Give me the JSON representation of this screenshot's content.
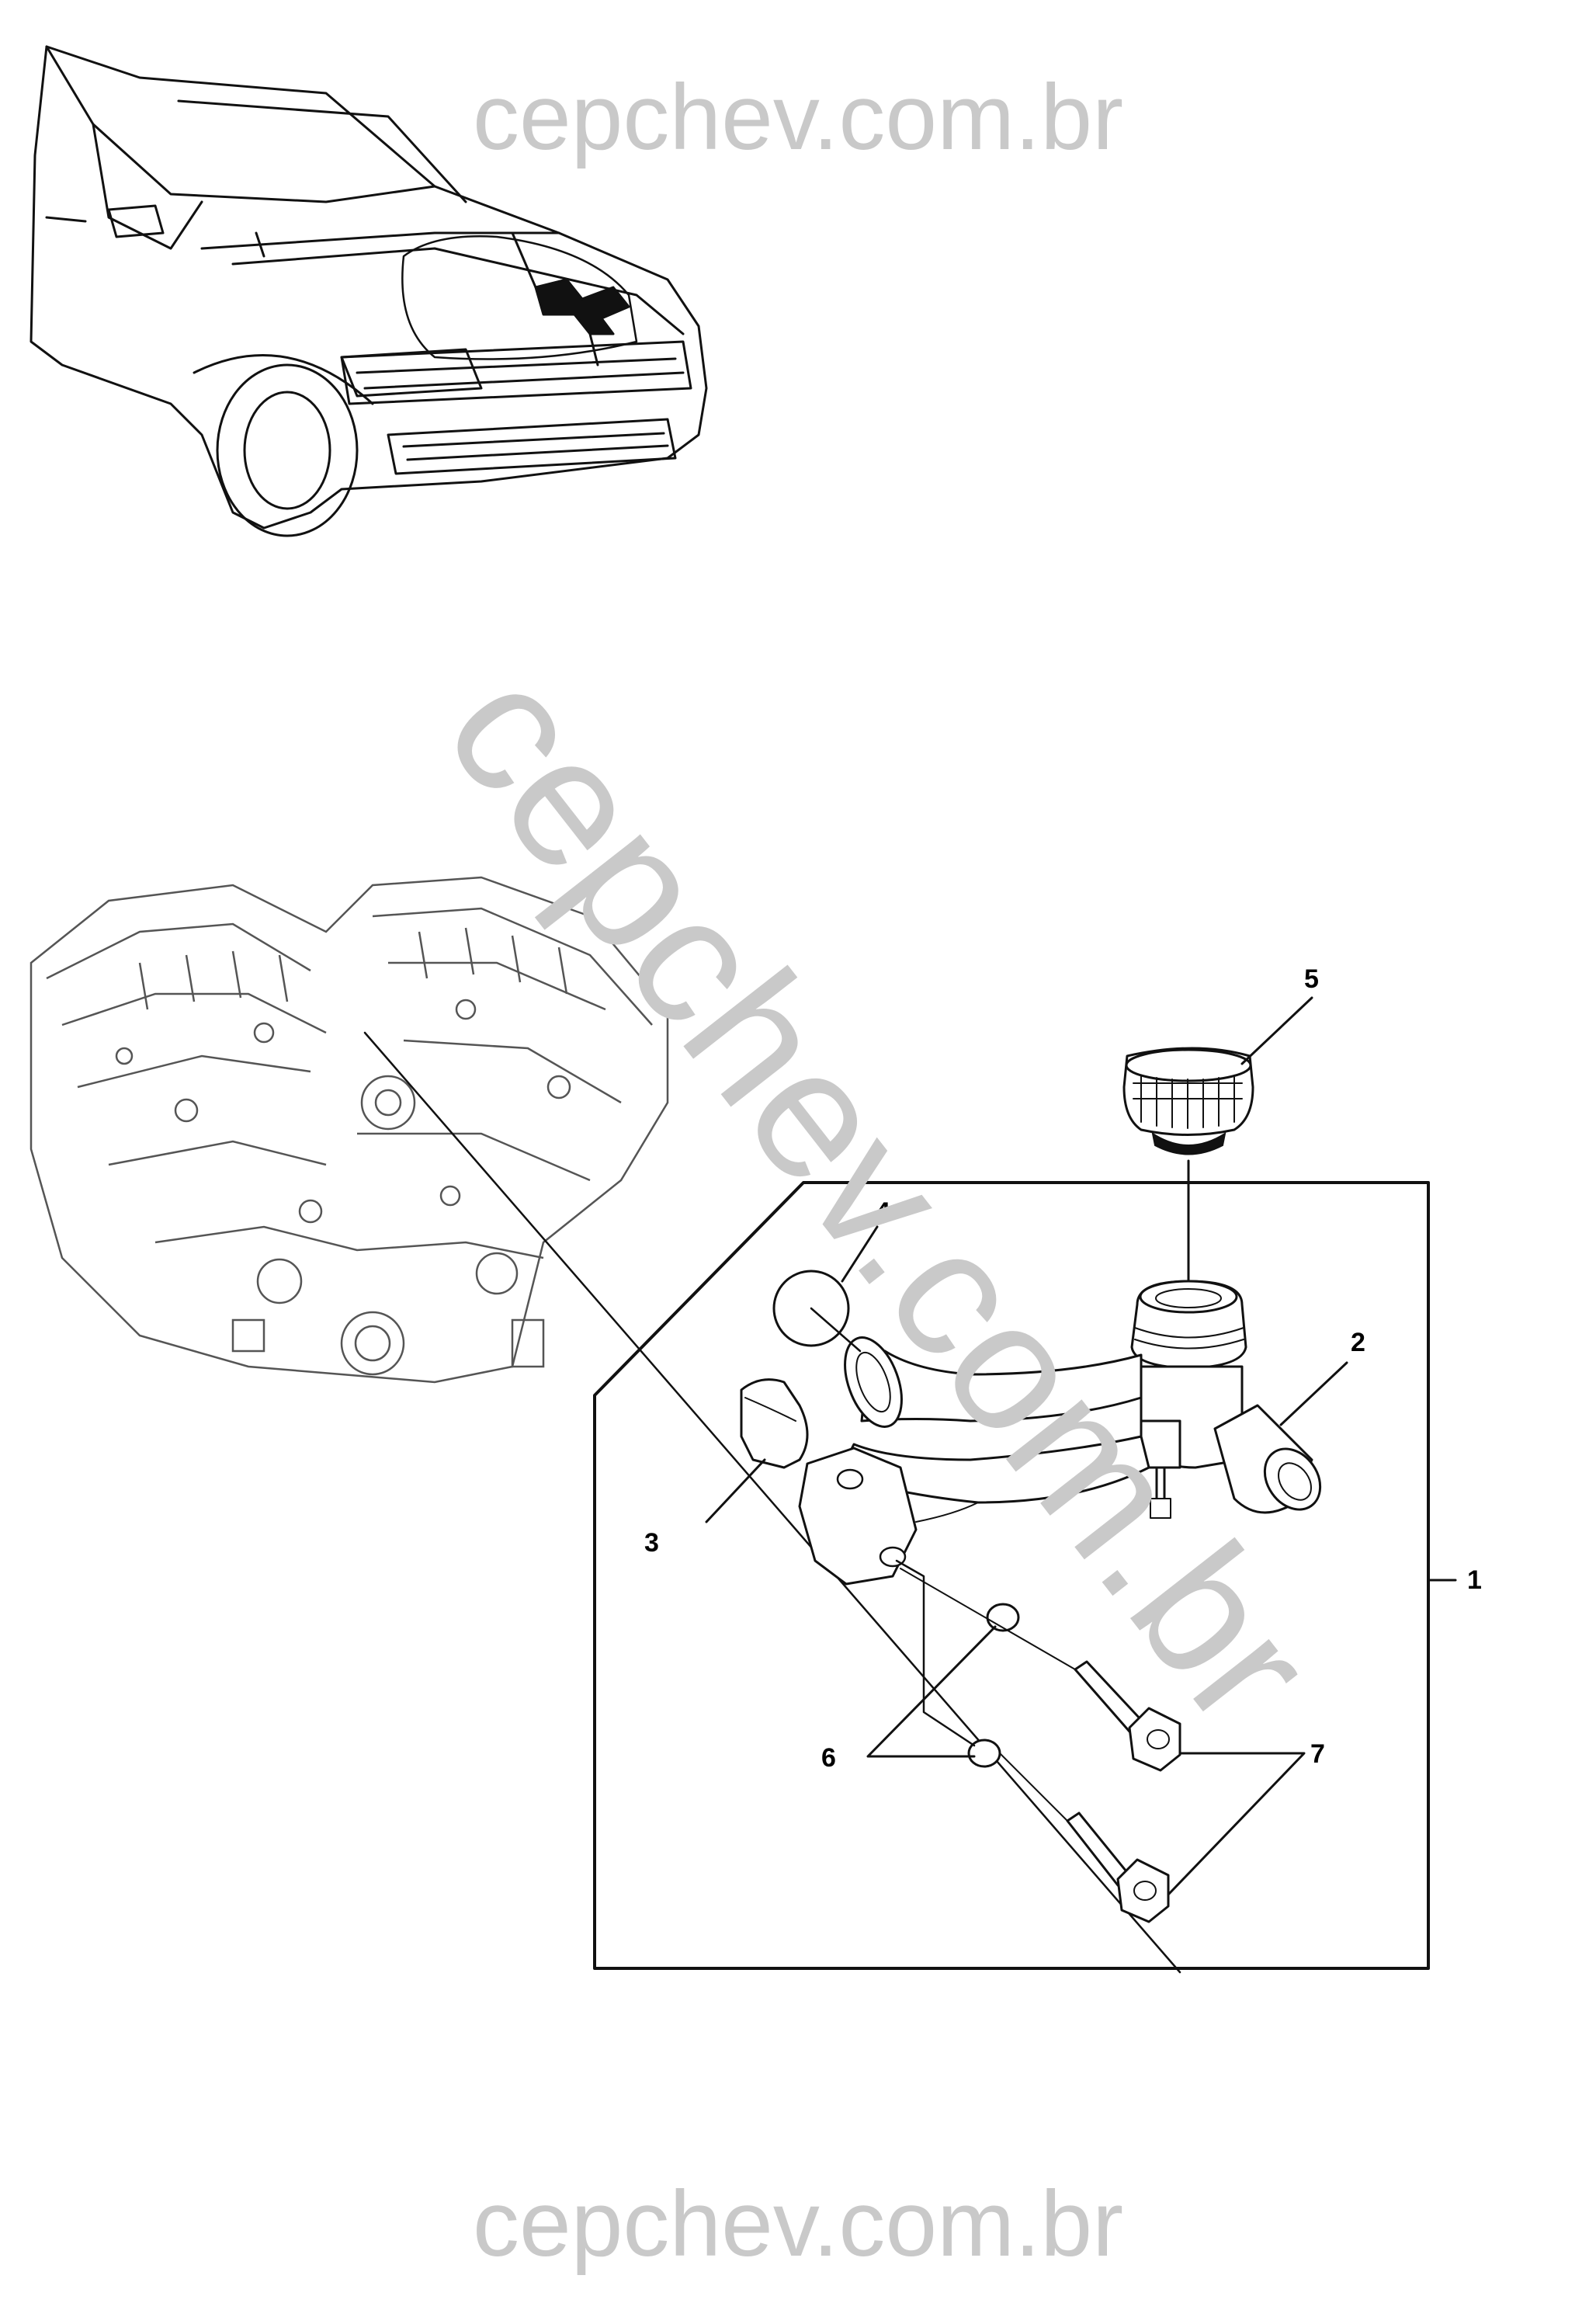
{
  "watermark": {
    "top": "cepchev.com.br",
    "diagonal": "cepchev.com.br",
    "bottom": "cepchev.com.br"
  },
  "callouts": {
    "c1": "1",
    "c2": "2",
    "c3": "3",
    "c4": "4",
    "c5": "5",
    "c6": "6",
    "c7": "7"
  }
}
